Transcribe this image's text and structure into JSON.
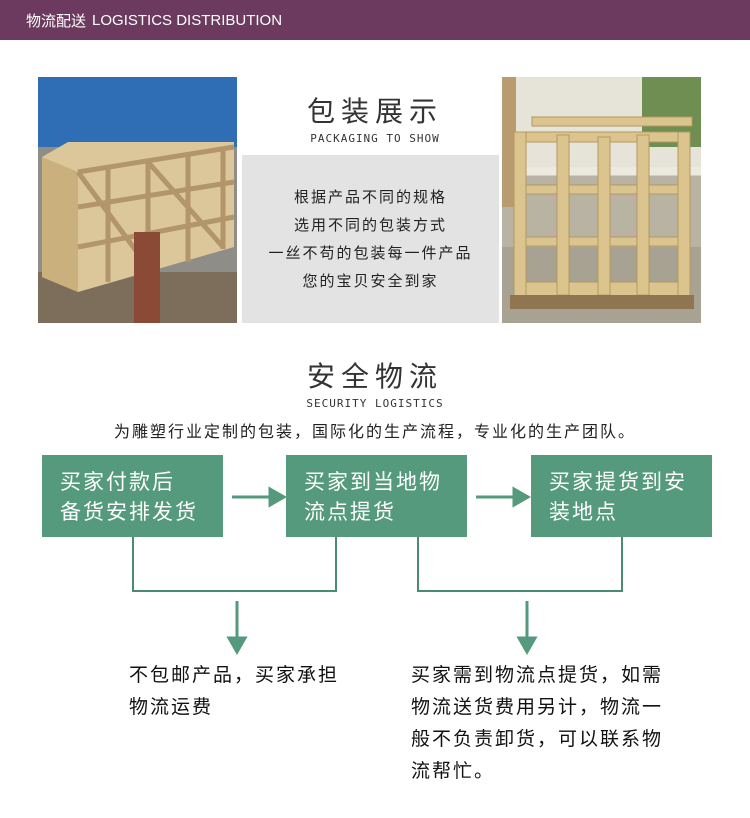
{
  "banner": {
    "title_cn": "物流配送",
    "title_en": "LOGISTICS DISTRIBUTION"
  },
  "packaging": {
    "title_cn": "包装展示",
    "title_en": "PACKAGING TO SHOW",
    "lines": [
      "根据产品不同的规格",
      "选用不同的包装方式",
      "一丝不苟的包装每一件产品",
      "您的宝贝安全到家"
    ]
  },
  "security": {
    "title_cn": "安全物流",
    "title_en": "SECURITY LOGISTICS",
    "tagline": "为雕塑行业定制的包装，国际化的生产流程，专业化的生产团队。"
  },
  "steps": [
    {
      "line1": "买家付款后",
      "line2": "备货安排发货"
    },
    {
      "line1": "买家到当地物",
      "line2": "流点提货"
    },
    {
      "line1": "买家提货到安",
      "line2": "装地点"
    }
  ],
  "notes": [
    {
      "line1": "不包邮产品，买家承担",
      "line2": "物流运费"
    },
    {
      "line1": "买家需到物流点提货，如需",
      "line2": "物流送货费用另计，物流一",
      "line3": "般不负责卸货，可以联系物",
      "line4": "流帮忙。"
    }
  ],
  "colors": {
    "banner": "#6b3a5e",
    "step_box": "#559a7c",
    "arrow": "#559a7c",
    "connector": "#4b8c70",
    "pack_box": "#e3e3e3"
  }
}
